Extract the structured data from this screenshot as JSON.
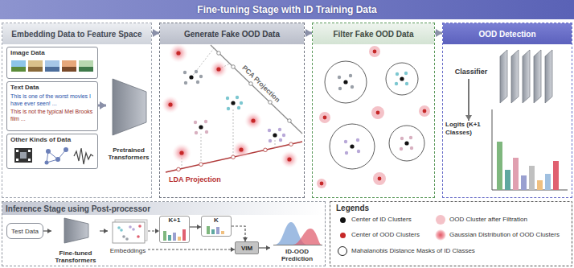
{
  "diagram": {
    "nodes": [
      {
        "text": [
          "Fine-tuning Stage with ID Training Data"
        ]
      },
      {
        "text": [
          "Embedding Data to Feature Space"
        ]
      },
      {
        "text": [
          "Image Data"
        ],
        "in": 1
      },
      {
        "text": [
          "Text Data",
          "This is one of the worst movies I have ever seen! ...",
          "This is not the typical Mel Brooks film ..."
        ],
        "in": 1
      },
      {
        "text": [
          "Other Kinds of Data"
        ],
        "in": 1
      },
      {
        "text": [
          "Pretrained Transformers"
        ],
        "in": 1
      },
      {
        "text": [
          "Generate Fake OOD Data"
        ]
      },
      {
        "text": [
          "Filter Fake OOD Data"
        ]
      },
      {
        "text": [
          "OOD Detection"
        ]
      },
      {
        "text": [
          "Classifier"
        ],
        "in": 8
      },
      {
        "text": [
          "Logits (K+1 Classes)"
        ],
        "in": 8
      },
      {
        "text": [
          "Inference Stage using Post-processor"
        ]
      },
      {
        "text": [
          "Test Data"
        ],
        "in": 11
      },
      {
        "text": [
          "Fine-tuned Transformers"
        ],
        "in": 11
      },
      {
        "text": [
          "Embeddings"
        ],
        "in": 11
      },
      {
        "text": [
          "K+1"
        ],
        "in": 11
      },
      {
        "text": [
          "K"
        ],
        "in": 11
      },
      {
        "text": [
          "VIM"
        ],
        "in": 11
      },
      {
        "text": [
          "ID-OOD Prediction"
        ],
        "in": 11
      }
    ],
    "edges": [
      {
        "from": 1,
        "to": 6,
        "arrow": "to"
      },
      {
        "from": 6,
        "to": 7,
        "arrow": "to"
      },
      {
        "from": 7,
        "to": 8,
        "arrow": "to"
      },
      {
        "from": 3,
        "to": 5,
        "arrow": "to"
      },
      {
        "from": 9,
        "to": 10,
        "arrow": "to"
      },
      {
        "from": 12,
        "to": 13,
        "arrow": "to"
      },
      {
        "from": 13,
        "to": 14,
        "arrow": "to"
      },
      {
        "from": 14,
        "to": 15,
        "arrow": "to"
      },
      {
        "from": 15,
        "to": 16,
        "arrow": "to"
      },
      {
        "from": 16,
        "to": 17,
        "arrow": "to"
      },
      {
        "from": 14,
        "to": 17,
        "arrow": "to"
      },
      {
        "from": 17,
        "to": 18,
        "arrow": "to"
      }
    ],
    "labels": [
      "PCA Projection",
      "LDA Projection",
      "Legends"
    ],
    "legend": [
      {
        "text": "Center of ID Clusters",
        "color": "#111111"
      },
      {
        "text": "OOD Cluster after Filtration",
        "color": "#f4c2c8"
      },
      {
        "text": "Center of OOD Clusters",
        "color": "#c62828"
      },
      {
        "text": "Gaussian Distribution of OOD Clusters"
      },
      {
        "text": "Mahalanobis Distance Masks of ID Classes"
      }
    ]
  }
}
